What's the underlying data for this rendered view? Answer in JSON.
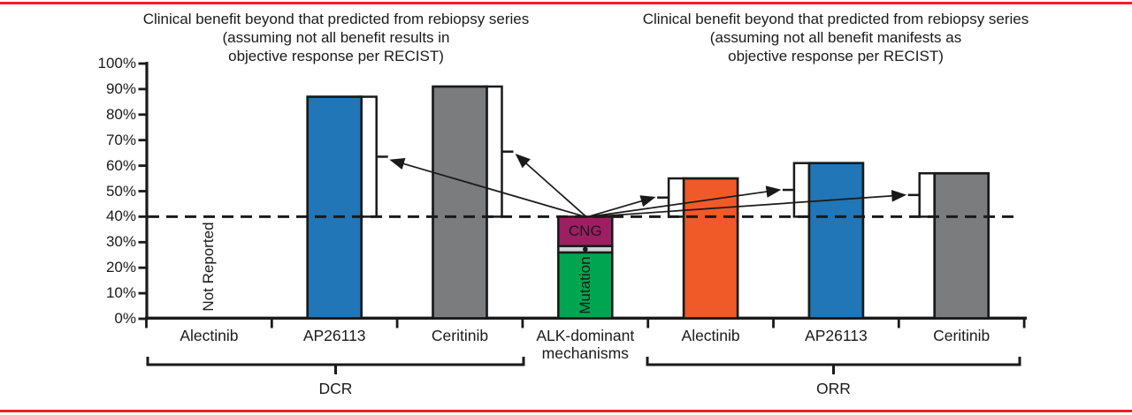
{
  "page": {
    "background": "#FFFFFF",
    "ink_color": "#1A1A1A",
    "rule_color": "#EB2227"
  },
  "titles": {
    "left": [
      "Clinical benefit beyond that predicted from rebiopsy series",
      "(assuming not all benefit results in",
      "objective response per RECIST)"
    ],
    "right": [
      "Clinical benefit beyond that predicted from rebiopsy series",
      "(assuming not all benefit manifests as",
      "objective response per RECIST)"
    ]
  },
  "chart_data": {
    "type": "bar",
    "ylim": [
      0,
      100
    ],
    "y_tick_labels": [
      "0%",
      "10%",
      "20%",
      "30%",
      "40%",
      "50%",
      "60%",
      "70%",
      "80%",
      "90%",
      "100%"
    ],
    "grid": false,
    "dashed_reference_pct": 40,
    "groups": [
      {
        "label": "DCR"
      },
      {
        "label": "ORR"
      }
    ],
    "bars": [
      {
        "slot": 0,
        "category": "Alectinib",
        "group": "DCR",
        "value": null,
        "note": "Not Reported"
      },
      {
        "slot": 1,
        "category": "AP26113",
        "group": "DCR",
        "value": 87,
        "color": "#2176B7",
        "predicted_marker_pct": 63.5,
        "outline_bar_side": "right"
      },
      {
        "slot": 2,
        "category": "Ceritinib",
        "group": "DCR",
        "value": 91,
        "color": "#7A7C7E",
        "predicted_marker_pct": 65.5,
        "outline_bar_side": "right"
      },
      {
        "slot": 4,
        "category": "Alectinib",
        "group": "ORR",
        "value": 55,
        "color": "#F05A28",
        "predicted_marker_pct": 47.5,
        "outline_bar_side": "left"
      },
      {
        "slot": 5,
        "category": "AP26113",
        "group": "ORR",
        "value": 61,
        "color": "#2176B7",
        "predicted_marker_pct": 50.5,
        "outline_bar_side": "left"
      },
      {
        "slot": 6,
        "category": "Ceritinib",
        "group": "ORR",
        "value": 57,
        "color": "#7A7C7E",
        "predicted_marker_pct": 48.5,
        "outline_bar_side": "left"
      }
    ],
    "stacked_bar": {
      "slot": 3,
      "category_lines": [
        "ALK-dominant",
        "mechanisms"
      ],
      "total_pct": 40,
      "segments": [
        {
          "label": "Mutation",
          "from_pct": 0,
          "to_pct": 26,
          "color": "#00A551",
          "label_rotated": true
        },
        {
          "label": "",
          "from_pct": 26,
          "to_pct": 28.5,
          "color": "#D2D3D5",
          "dot_marker": true
        },
        {
          "label": "CNG",
          "from_pct": 28.5,
          "to_pct": 40,
          "color": "#9D1F63"
        }
      ]
    }
  }
}
